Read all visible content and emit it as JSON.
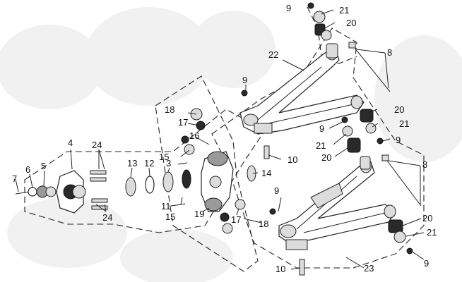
{
  "diagram": {
    "labels": [
      {
        "id": "lbl-9-a",
        "text": "9"
      },
      {
        "id": "lbl-21-a",
        "text": "21"
      },
      {
        "id": "lbl-20-a",
        "text": "20"
      },
      {
        "id": "lbl-8-a",
        "text": "8"
      },
      {
        "id": "lbl-22",
        "text": "22"
      },
      {
        "id": "lbl-9-b",
        "text": "9"
      },
      {
        "id": "lbl-20-b",
        "text": "20"
      },
      {
        "id": "lbl-21-b",
        "text": "21"
      },
      {
        "id": "lbl-9-c",
        "text": "9"
      },
      {
        "id": "lbl-21-c",
        "text": "21"
      },
      {
        "id": "lbl-9-d",
        "text": "9"
      },
      {
        "id": "lbl-20-c",
        "text": "20"
      },
      {
        "id": "lbl-10-a",
        "text": "10"
      },
      {
        "id": "lbl-8-b",
        "text": "8"
      },
      {
        "id": "lbl-18-a",
        "text": "18"
      },
      {
        "id": "lbl-17-a",
        "text": "17"
      },
      {
        "id": "lbl-16",
        "text": "16"
      },
      {
        "id": "lbl-15-a",
        "text": "15"
      },
      {
        "id": "lbl-14",
        "text": "14"
      },
      {
        "id": "lbl-4",
        "text": "4"
      },
      {
        "id": "lbl-24-a",
        "text": "24"
      },
      {
        "id": "lbl-6",
        "text": "6"
      },
      {
        "id": "lbl-5",
        "text": "5"
      },
      {
        "id": "lbl-7",
        "text": "7"
      },
      {
        "id": "lbl-13",
        "text": "13"
      },
      {
        "id": "lbl-12",
        "text": "12"
      },
      {
        "id": "lbl-3",
        "text": "3"
      },
      {
        "id": "lbl-11",
        "text": "11"
      },
      {
        "id": "lbl-15-b",
        "text": "15"
      },
      {
        "id": "lbl-19",
        "text": "19"
      },
      {
        "id": "lbl-17-b",
        "text": "17"
      },
      {
        "id": "lbl-18-b",
        "text": "18"
      },
      {
        "id": "lbl-24-b",
        "text": "24"
      },
      {
        "id": "lbl-9-e",
        "text": "9"
      },
      {
        "id": "lbl-20-d",
        "text": "20"
      },
      {
        "id": "lbl-21-d",
        "text": "21"
      },
      {
        "id": "lbl-9-f",
        "text": "9"
      },
      {
        "id": "lbl-23",
        "text": "23"
      },
      {
        "id": "lbl-10-b",
        "text": "10"
      }
    ]
  }
}
